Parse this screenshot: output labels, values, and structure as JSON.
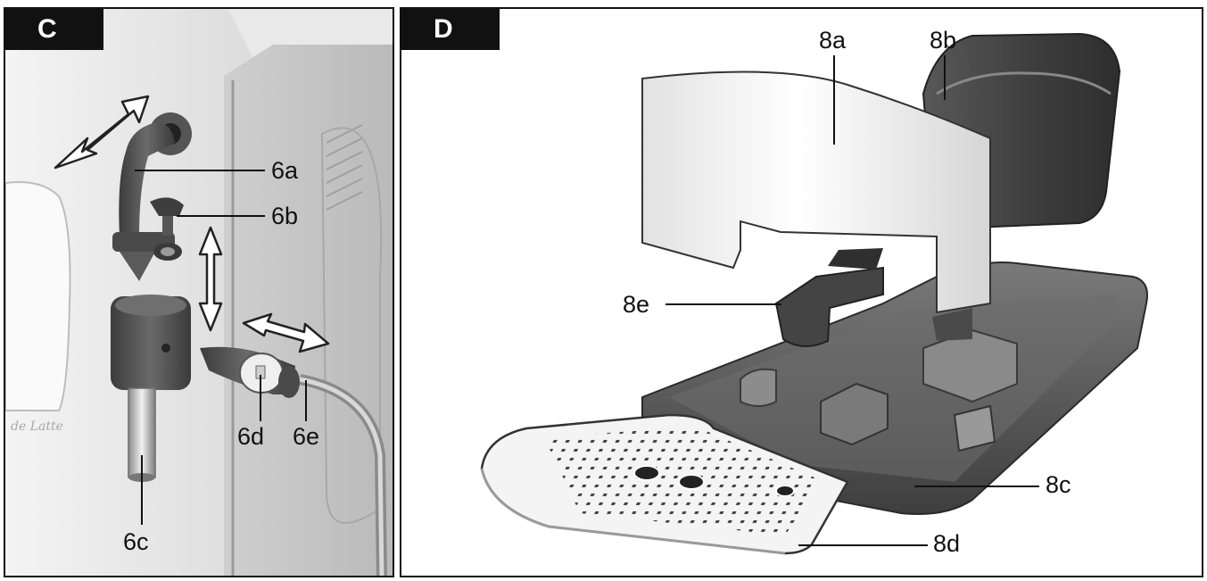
{
  "panels": {
    "c": {
      "tag": "C",
      "callouts": {
        "a": "6a",
        "b": "6b",
        "c": "6c",
        "d": "6d",
        "e": "6e"
      },
      "machine_text": "de Latte"
    },
    "d": {
      "tag": "D",
      "callouts": {
        "a": "8a",
        "b": "8b",
        "c": "8c",
        "d": "8d",
        "e": "8e"
      }
    }
  }
}
